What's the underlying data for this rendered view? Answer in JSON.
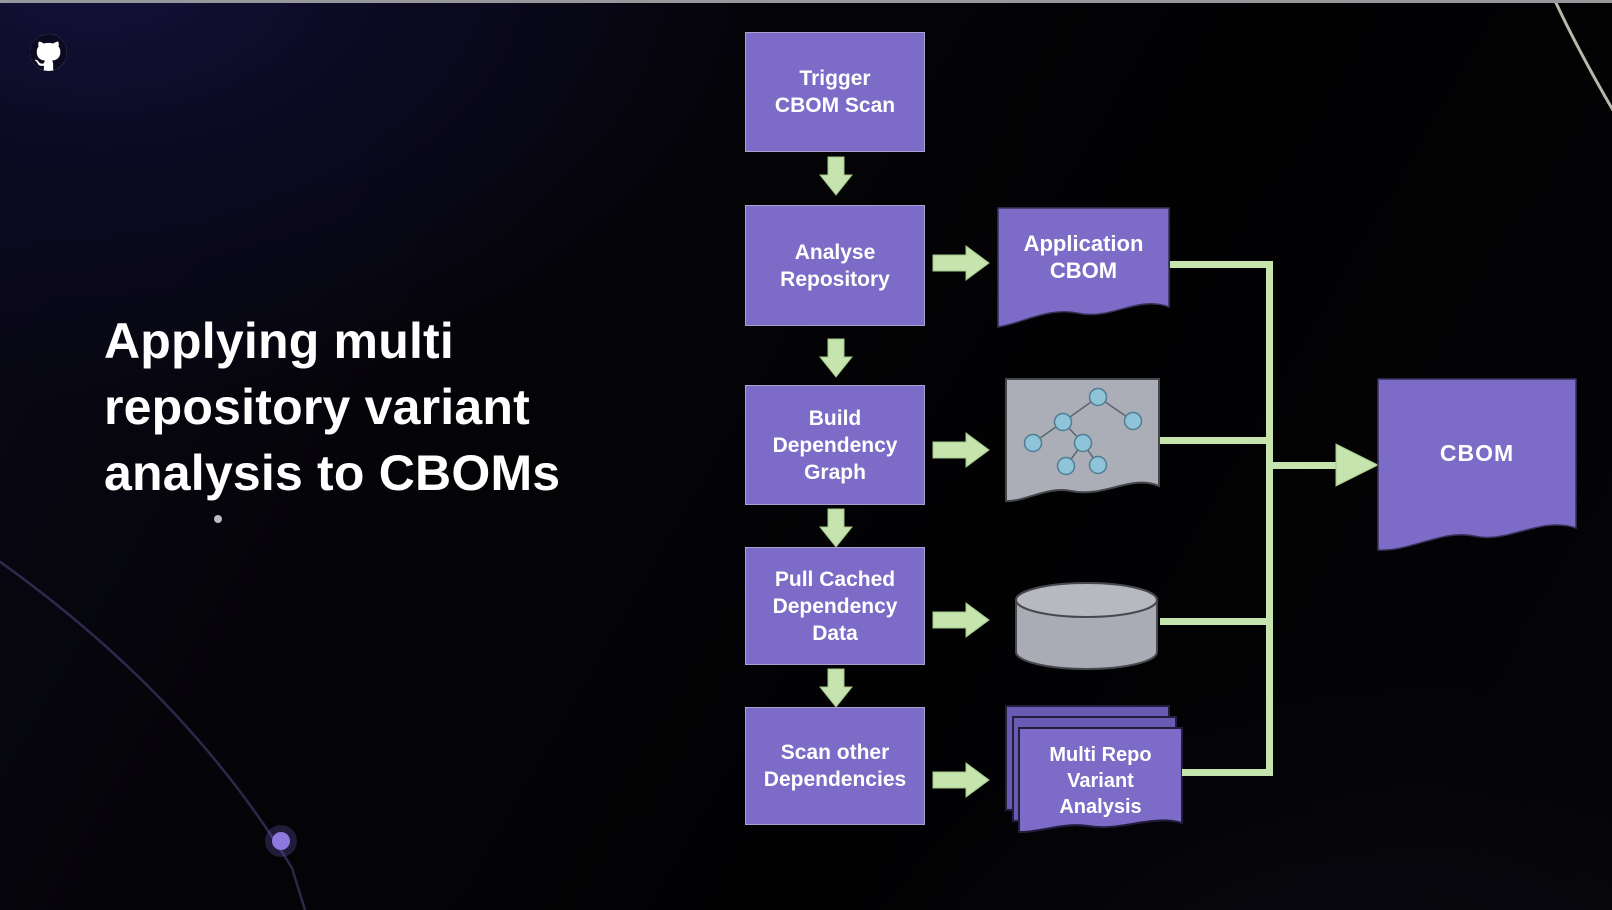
{
  "slide": {
    "title_lines": [
      "Applying multi",
      "repository variant",
      "analysis to CBOMs"
    ]
  },
  "flow": {
    "steps": [
      {
        "label": "Trigger\nCBOM Scan"
      },
      {
        "label": "Analyse\nRepository"
      },
      {
        "label": "Build\nDependency\nGraph"
      },
      {
        "label": "Pull Cached\nDependency\nData"
      },
      {
        "label": "Scan other\nDependencies"
      }
    ],
    "outputs": [
      {
        "label": "Application\nCBOM",
        "shape": "document"
      },
      {
        "label": "",
        "shape": "document-with-tree-diagram"
      },
      {
        "label": "",
        "shape": "database-cylinder"
      },
      {
        "label": "Multi Repo\nVariant\nAnalysis",
        "shape": "stacked-documents"
      }
    ],
    "result": {
      "label": "CBOM",
      "shape": "document"
    }
  },
  "icons": {
    "logo": "github-octocat-icon",
    "connectors": [
      "down-arrow-icon",
      "right-arrow-icon"
    ]
  },
  "colors": {
    "node_purple": "#7c6bc7",
    "stack_back_purple": "#695bb4",
    "arrow_green": "#c6e4ae",
    "document_gray": "#abaeb6",
    "tree_node_blue": "#8fc3d8",
    "background": "#050408",
    "title_text": "#ffffff"
  }
}
